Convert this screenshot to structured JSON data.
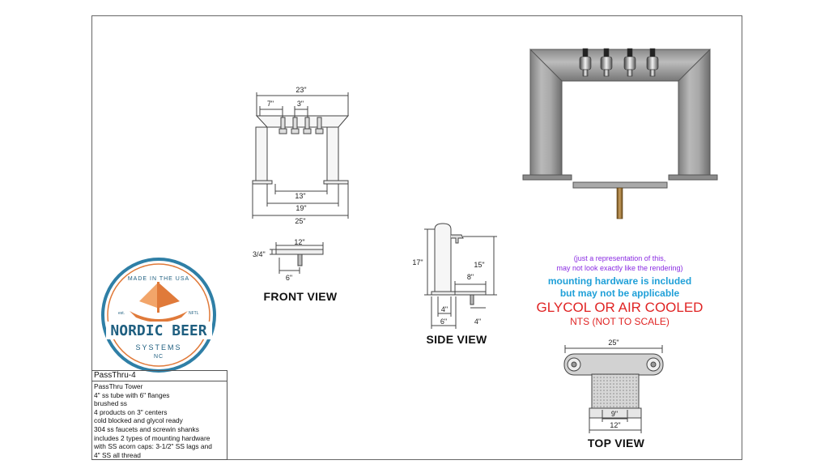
{
  "views": {
    "front": "FRONT VIEW",
    "side": "SIDE VIEW",
    "top": "TOP VIEW"
  },
  "front_dims": {
    "overall_top": "23\"",
    "offset": "7\"",
    "centers": "3\"",
    "inner_base": "13\"",
    "outer_base": "19\"",
    "flange_width": "25\"",
    "plate_width": "12\"",
    "plate_thickness": "3/4\"",
    "shank_offset": "6\""
  },
  "side_dims": {
    "height": "17\"",
    "faucet_height": "15\"",
    "plate_depth": "8\"",
    "tube": "4\"",
    "flange": "6\"",
    "shank": "4\""
  },
  "top_dims": {
    "width": "25\"",
    "inner": "9\"",
    "plate": "12\""
  },
  "notes": {
    "representation_1": "(just a representation of this,",
    "representation_2": "may not look exactly like the rendering)",
    "hardware_1": "mounting hardware is included",
    "hardware_2": "but may not be applicable",
    "cooling": "GLYCOL OR AIR COOLED",
    "scale": "NTS (NOT TO SCALE)"
  },
  "logo": {
    "arc_text": "MADE IN THE USA",
    "brand": "NORDIC BEER",
    "sub": "SYSTEMS",
    "state": "NC",
    "year_left": "est.",
    "year_right": "NFTL",
    "colors": {
      "ring": "#2f7fa6",
      "ship": "#e07a3a",
      "text": "#1f5f80"
    }
  },
  "spec": {
    "title": "PassThru-4",
    "lines": [
      "PassThru Tower",
      "4\" ss tube with 6\" flanges",
      "brushed ss",
      "4 products on 3\" centers",
      "cold blocked and glycol ready",
      "304 ss faucets and screwin shanks",
      "includes 2 types of mounting hardware",
      "with SS acorn caps: 3-1/2\" SS lags and",
      "4\" SS all thread"
    ]
  }
}
